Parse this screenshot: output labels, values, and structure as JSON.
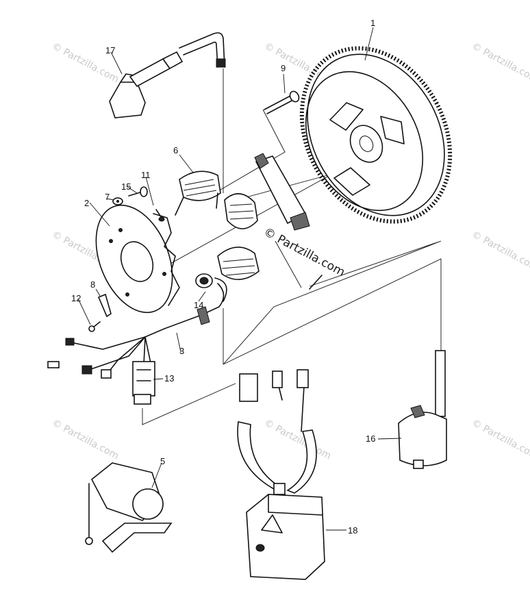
{
  "diagram": {
    "callouts": [
      {
        "id": "1",
        "text": "1"
      },
      {
        "id": "2",
        "text": "2"
      },
      {
        "id": "3",
        "text": "3"
      },
      {
        "id": "5",
        "text": "5"
      },
      {
        "id": "6",
        "text": "6"
      },
      {
        "id": "7",
        "text": "7"
      },
      {
        "id": "8",
        "text": "8"
      },
      {
        "id": "9",
        "text": "9"
      },
      {
        "id": "11",
        "text": "11"
      },
      {
        "id": "12",
        "text": "12"
      },
      {
        "id": "13",
        "text": "13"
      },
      {
        "id": "14",
        "text": "14"
      },
      {
        "id": "15",
        "text": "15"
      },
      {
        "id": "16",
        "text": "16"
      },
      {
        "id": "17",
        "text": "17"
      },
      {
        "id": "18",
        "text": "18"
      }
    ],
    "watermark": "© Partzilla.com",
    "watermark_center": "© Partzilla.com"
  }
}
